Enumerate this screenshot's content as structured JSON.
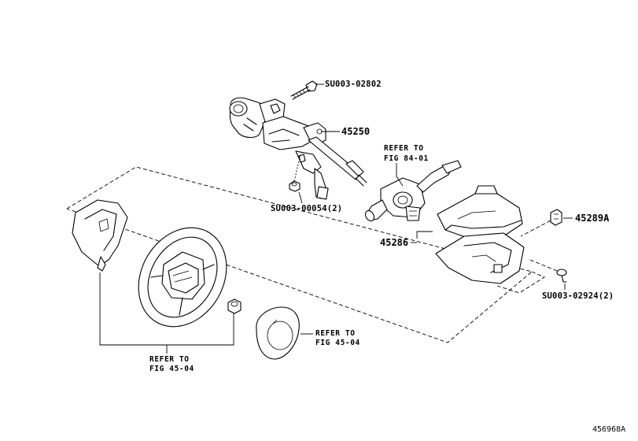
{
  "labels": {
    "part_45250": "45250",
    "part_45286": "45286",
    "part_45289a": "45289A",
    "bolt_su003_02802": "SU003-02802",
    "nut_su003_00054": "SU003-00054(2)",
    "screw_su003_02924": "SU003-02924(2)",
    "refer_fig_84_01": {
      "line1": "REFER TO",
      "line2": "FIG 84-01"
    },
    "refer_fig_45_04_pad": {
      "line1": "REFER TO",
      "line2": "FIG 45-04"
    },
    "refer_fig_45_04_wheel": {
      "line1": "REFER TO",
      "line2": "FIG 45-04"
    },
    "illustration_id": "456968A"
  }
}
